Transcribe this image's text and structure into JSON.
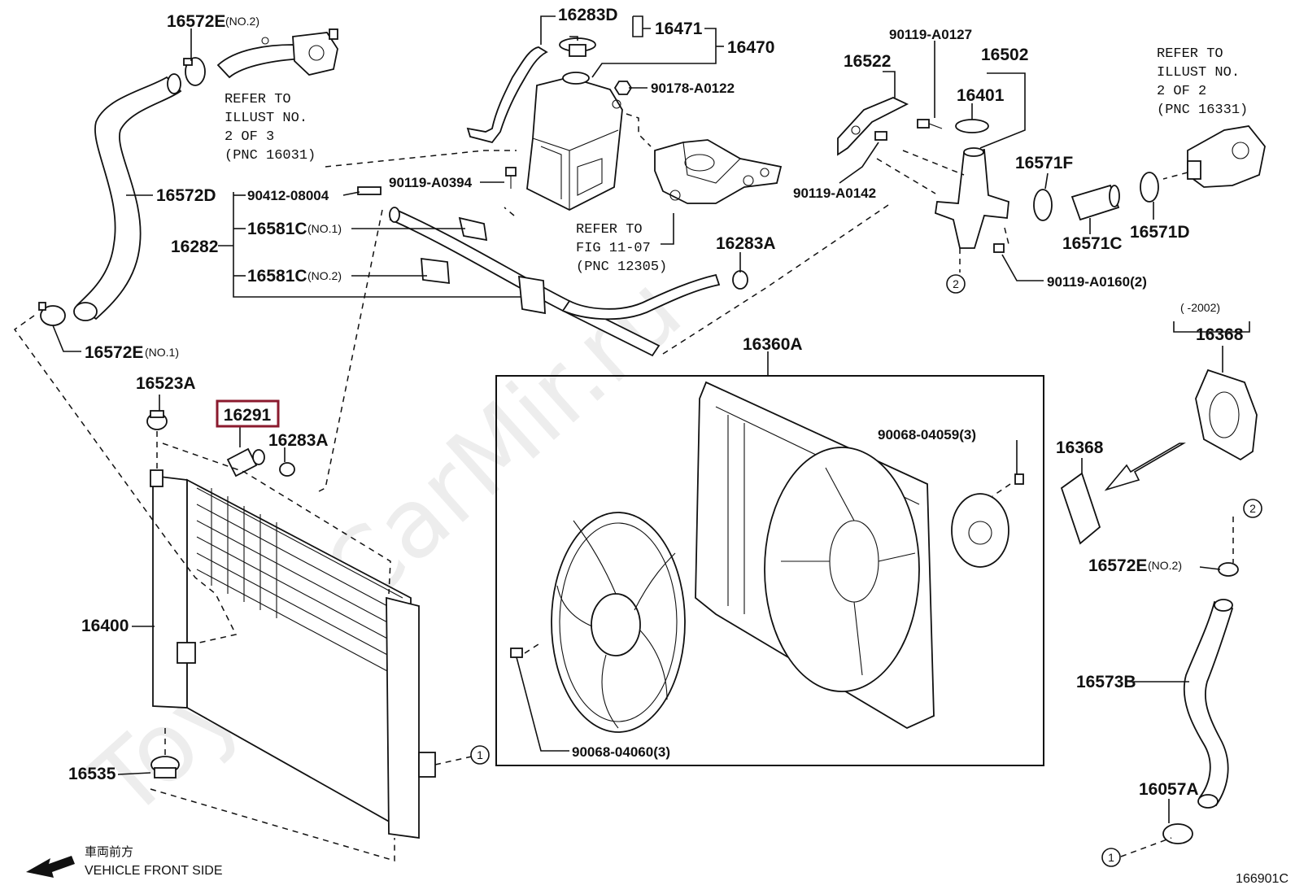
{
  "figure_code": "166901C",
  "highlight_color": "#8b1a2e",
  "watermark": "ToyotaCarMir.ru",
  "orientation": {
    "icon": "arrow-left-icon",
    "label_cn": "車両前方",
    "label_en": "VEHICLE FRONT SIDE"
  },
  "parts": [
    {
      "id": "p16572E_top",
      "number": "16572E",
      "suffix": "(NO.2)"
    },
    {
      "id": "p16572D",
      "number": "16572D",
      "suffix": ""
    },
    {
      "id": "p16572E_no1",
      "number": "16572E",
      "suffix": "(NO.1)"
    },
    {
      "id": "p16283D",
      "number": "16283D",
      "suffix": ""
    },
    {
      "id": "p16471",
      "number": "16471",
      "suffix": ""
    },
    {
      "id": "p16470",
      "number": "16470",
      "suffix": ""
    },
    {
      "id": "p90178",
      "number": "90178-A0122",
      "suffix": ""
    },
    {
      "id": "p90119_0394",
      "number": "90119-A0394",
      "suffix": ""
    },
    {
      "id": "p90412",
      "number": "90412-08004",
      "suffix": ""
    },
    {
      "id": "p16282",
      "number": "16282",
      "suffix": ""
    },
    {
      "id": "p16581C_1",
      "number": "16581C",
      "suffix": "(NO.1)"
    },
    {
      "id": "p16581C_2",
      "number": "16581C",
      "suffix": "(NO.2)"
    },
    {
      "id": "p16283A_top",
      "number": "16283A",
      "suffix": ""
    },
    {
      "id": "p16522",
      "number": "16522",
      "suffix": ""
    },
    {
      "id": "p90119_0127",
      "number": "90119-A0127",
      "suffix": ""
    },
    {
      "id": "p16502",
      "number": "16502",
      "suffix": ""
    },
    {
      "id": "p16401",
      "number": "16401",
      "suffix": ""
    },
    {
      "id": "p90119_0142",
      "number": "90119-A0142",
      "suffix": ""
    },
    {
      "id": "p16571F",
      "number": "16571F",
      "suffix": ""
    },
    {
      "id": "p16571C",
      "number": "16571C",
      "suffix": ""
    },
    {
      "id": "p16571D",
      "number": "16571D",
      "suffix": ""
    },
    {
      "id": "p90119_0160",
      "number": "90119-A0160(2)",
      "suffix": ""
    },
    {
      "id": "p16523A",
      "number": "16523A",
      "suffix": ""
    },
    {
      "id": "p16291",
      "number": "16291",
      "suffix": "",
      "highlighted": true
    },
    {
      "id": "p16283A_mid",
      "number": "16283A",
      "suffix": ""
    },
    {
      "id": "p16360A",
      "number": "16360A",
      "suffix": ""
    },
    {
      "id": "p90068_04059",
      "number": "90068-04059(3)",
      "suffix": ""
    },
    {
      "id": "p90068_04060",
      "number": "90068-04060(3)",
      "suffix": ""
    },
    {
      "id": "p16400",
      "number": "16400",
      "suffix": ""
    },
    {
      "id": "p16535",
      "number": "16535",
      "suffix": ""
    },
    {
      "id": "p16368_top",
      "number": "16368",
      "suffix": ""
    },
    {
      "id": "p16368_mid",
      "number": "16368",
      "suffix": ""
    },
    {
      "id": "p16572E_right",
      "number": "16572E",
      "suffix": "(NO.2)"
    },
    {
      "id": "p16573B",
      "number": "16573B",
      "suffix": ""
    },
    {
      "id": "p16057A",
      "number": "16057A",
      "suffix": ""
    }
  ],
  "date_range": "(      -2002)",
  "refer_notes": {
    "illust_2_of_3": [
      "REFER TO",
      "ILLUST NO.",
      "2 OF 3",
      "(PNC 16031)"
    ],
    "fig_11_07": [
      "REFER TO",
      "FIG 11-07",
      "(PNC 12305)"
    ],
    "illust_2_of_2": [
      "REFER TO",
      "ILLUST NO.",
      "2 OF 2",
      "(PNC 16331)"
    ]
  },
  "markers": {
    "one": "1",
    "two": "2"
  }
}
